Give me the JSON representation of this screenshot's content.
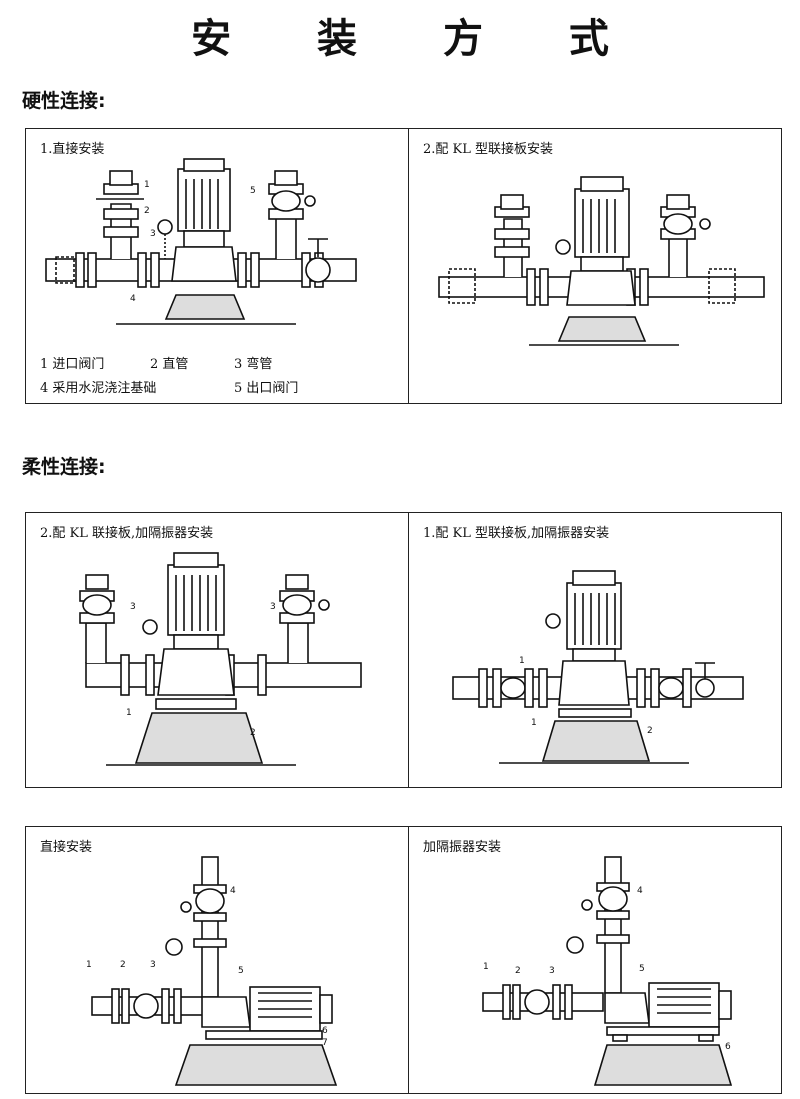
{
  "page_title": "安 装 方 式",
  "sections": {
    "hard": {
      "heading": "硬性连接:"
    },
    "flex": {
      "heading": "柔性连接:"
    }
  },
  "panels": {
    "p1": {
      "caption": "1.直接安装",
      "legend": [
        "1 进口阀门",
        "2 直管",
        "3 弯管",
        "4 采用水泥浇注基础",
        "5 出口阀门"
      ],
      "callouts": [
        "1",
        "2",
        "3",
        "4",
        "5"
      ]
    },
    "p2": {
      "caption": "2.配 KL 型联接板安装"
    },
    "p3": {
      "caption": "2.配 KL 联接板,加隔振器安装",
      "callouts": [
        "3",
        "3",
        "1",
        "2"
      ]
    },
    "p4": {
      "caption": "1.配 KL 型联接板,加隔振器安装",
      "callouts": [
        "1",
        "1",
        "2"
      ]
    },
    "p5": {
      "caption": "直接安装",
      "callouts": [
        "1",
        "2",
        "3",
        "4",
        "5",
        "6",
        "7"
      ]
    },
    "p6": {
      "caption": "加隔振器安装",
      "callouts": [
        "1",
        "2",
        "3",
        "4",
        "5",
        "6"
      ]
    }
  }
}
